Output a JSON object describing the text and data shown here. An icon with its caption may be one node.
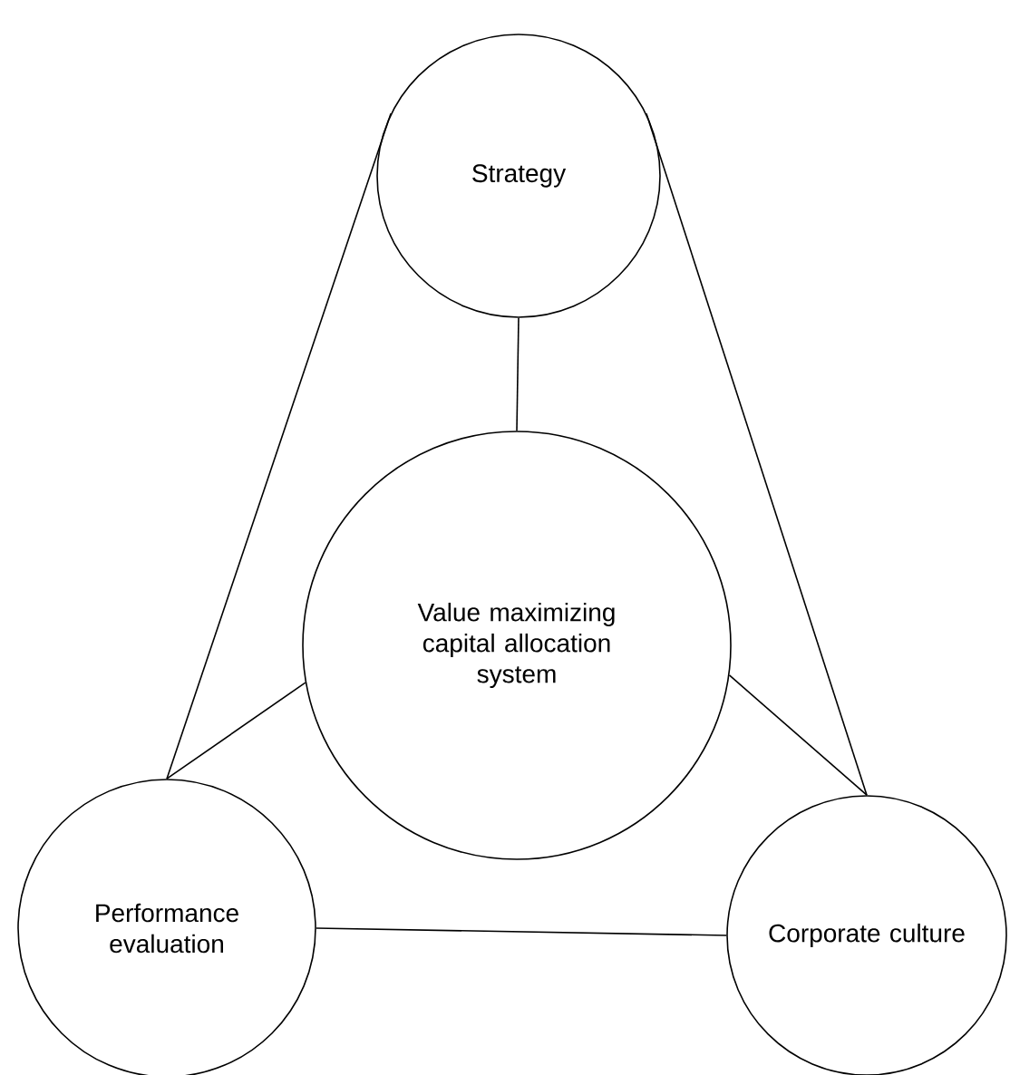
{
  "diagram": {
    "nodes": [
      {
        "text": [
          "Strategy"
        ]
      },
      {
        "text": [
          "Value maximizing capital allocation system"
        ]
      },
      {
        "text": [
          "Performance evaluation"
        ]
      },
      {
        "text": [
          "Corporate culture"
        ]
      }
    ],
    "edges": [
      {
        "from": 0,
        "to": 1,
        "arrow": "none"
      },
      {
        "from": 0,
        "to": 2,
        "arrow": "none"
      },
      {
        "from": 0,
        "to": 3,
        "arrow": "none"
      },
      {
        "from": 1,
        "to": 2,
        "arrow": "none"
      },
      {
        "from": 1,
        "to": 3,
        "arrow": "none"
      },
      {
        "from": 2,
        "to": 3,
        "arrow": "none"
      }
    ]
  }
}
